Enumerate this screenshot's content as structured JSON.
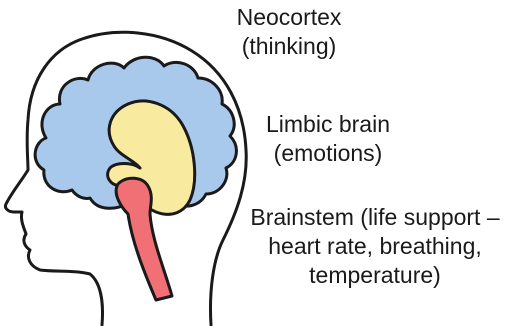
{
  "labels": {
    "neocortex": {
      "line1": "Neocortex",
      "line2": "(thinking)"
    },
    "limbic": {
      "line1": "Limbic brain",
      "line2": "(emotions)"
    },
    "brainstem": {
      "line1": "Brainstem (life support –",
      "line2": "heart rate, breathing,",
      "line3": "temperature)"
    }
  },
  "colors": {
    "neocortex": "#a9c9ec",
    "limbic": "#f8eba0",
    "brainstem": "#f07075",
    "outline": "#1a1a1a"
  },
  "icons": {
    "head": "head-profile-outline",
    "brain": "brain-regions"
  }
}
